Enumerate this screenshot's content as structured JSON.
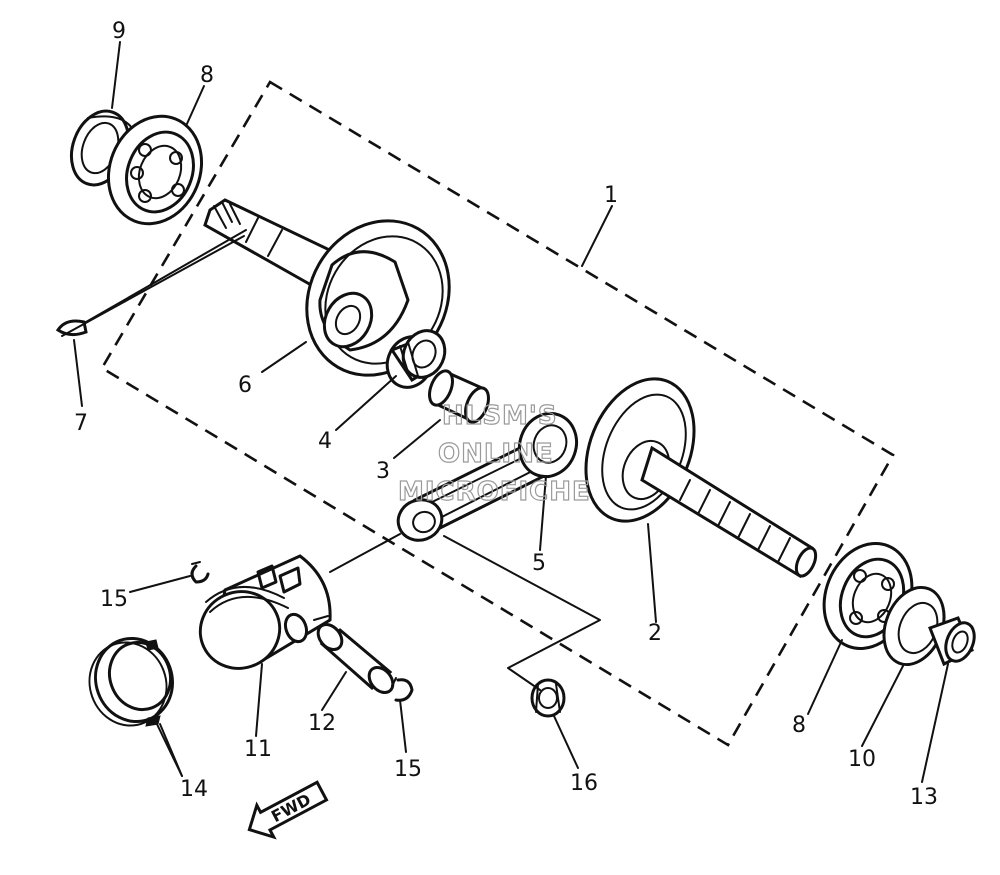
{
  "diagram": {
    "part_labels": [
      {
        "id": "1",
        "text": "1"
      },
      {
        "id": "2",
        "text": "2"
      },
      {
        "id": "3",
        "text": "3"
      },
      {
        "id": "4",
        "text": "4"
      },
      {
        "id": "5",
        "text": "5"
      },
      {
        "id": "6",
        "text": "6"
      },
      {
        "id": "7",
        "text": "7"
      },
      {
        "id": "8a",
        "text": "8"
      },
      {
        "id": "8b",
        "text": "8"
      },
      {
        "id": "9",
        "text": "9"
      },
      {
        "id": "10",
        "text": "10"
      },
      {
        "id": "11",
        "text": "11"
      },
      {
        "id": "12",
        "text": "12"
      },
      {
        "id": "13",
        "text": "13"
      },
      {
        "id": "14",
        "text": "14"
      },
      {
        "id": "15a",
        "text": "15"
      },
      {
        "id": "15b",
        "text": "15"
      },
      {
        "id": "16",
        "text": "16"
      }
    ],
    "watermark": [
      "HLSM'S",
      "ONLINE",
      "MICROFICHE"
    ],
    "direction_arrow": "FWD"
  }
}
